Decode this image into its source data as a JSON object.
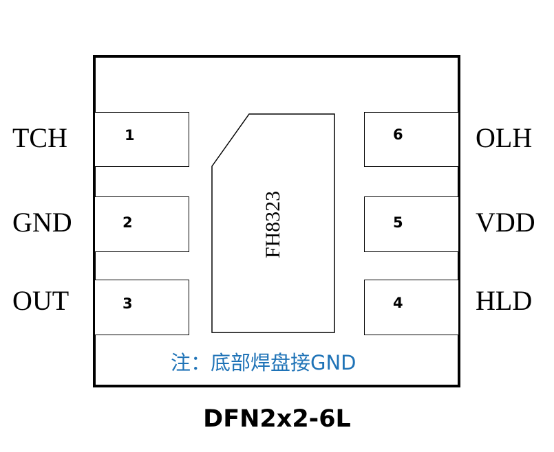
{
  "pins": [
    {
      "number": "1",
      "label": "TCH"
    },
    {
      "number": "2",
      "label": "GND"
    },
    {
      "number": "3",
      "label": "OUT"
    },
    {
      "number": "4",
      "label": "HLD"
    },
    {
      "number": "5",
      "label": "VDD"
    },
    {
      "number": "6",
      "label": "OLH"
    }
  ],
  "chip_marking": "FH8323",
  "note": "注：底部焊盘接GND",
  "package_name": "DFN2x2-6L"
}
